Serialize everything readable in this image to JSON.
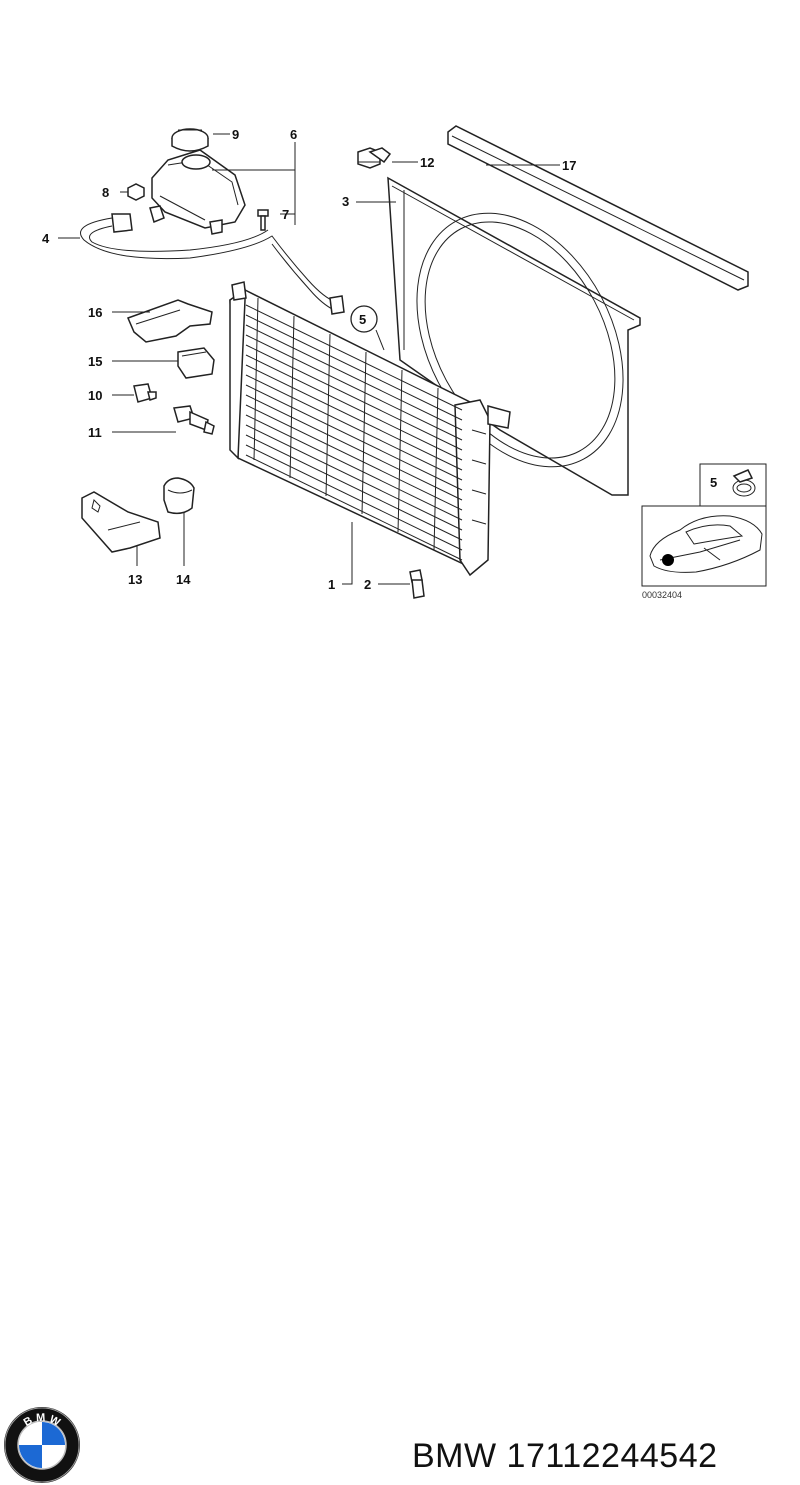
{
  "callouts": {
    "c1": "1",
    "c2": "2",
    "c3": "3",
    "c4": "4",
    "c5": "5",
    "c5b": "5",
    "c6": "6",
    "c7": "7",
    "c8": "8",
    "c9": "9",
    "c10": "10",
    "c11": "11",
    "c12": "12",
    "c13": "13",
    "c14": "14",
    "c15": "15",
    "c16": "16",
    "c17": "17"
  },
  "inset": {
    "code": "00032404"
  },
  "footer": {
    "brand": "BMW",
    "part_number": "17112244542",
    "caption": "BMW 17112244542"
  },
  "logo": {
    "letters": "BMW",
    "icon": "bmw-roundel-icon",
    "colors": {
      "blue": "#1c69d4",
      "white": "#ffffff",
      "ring": "#111111"
    }
  }
}
